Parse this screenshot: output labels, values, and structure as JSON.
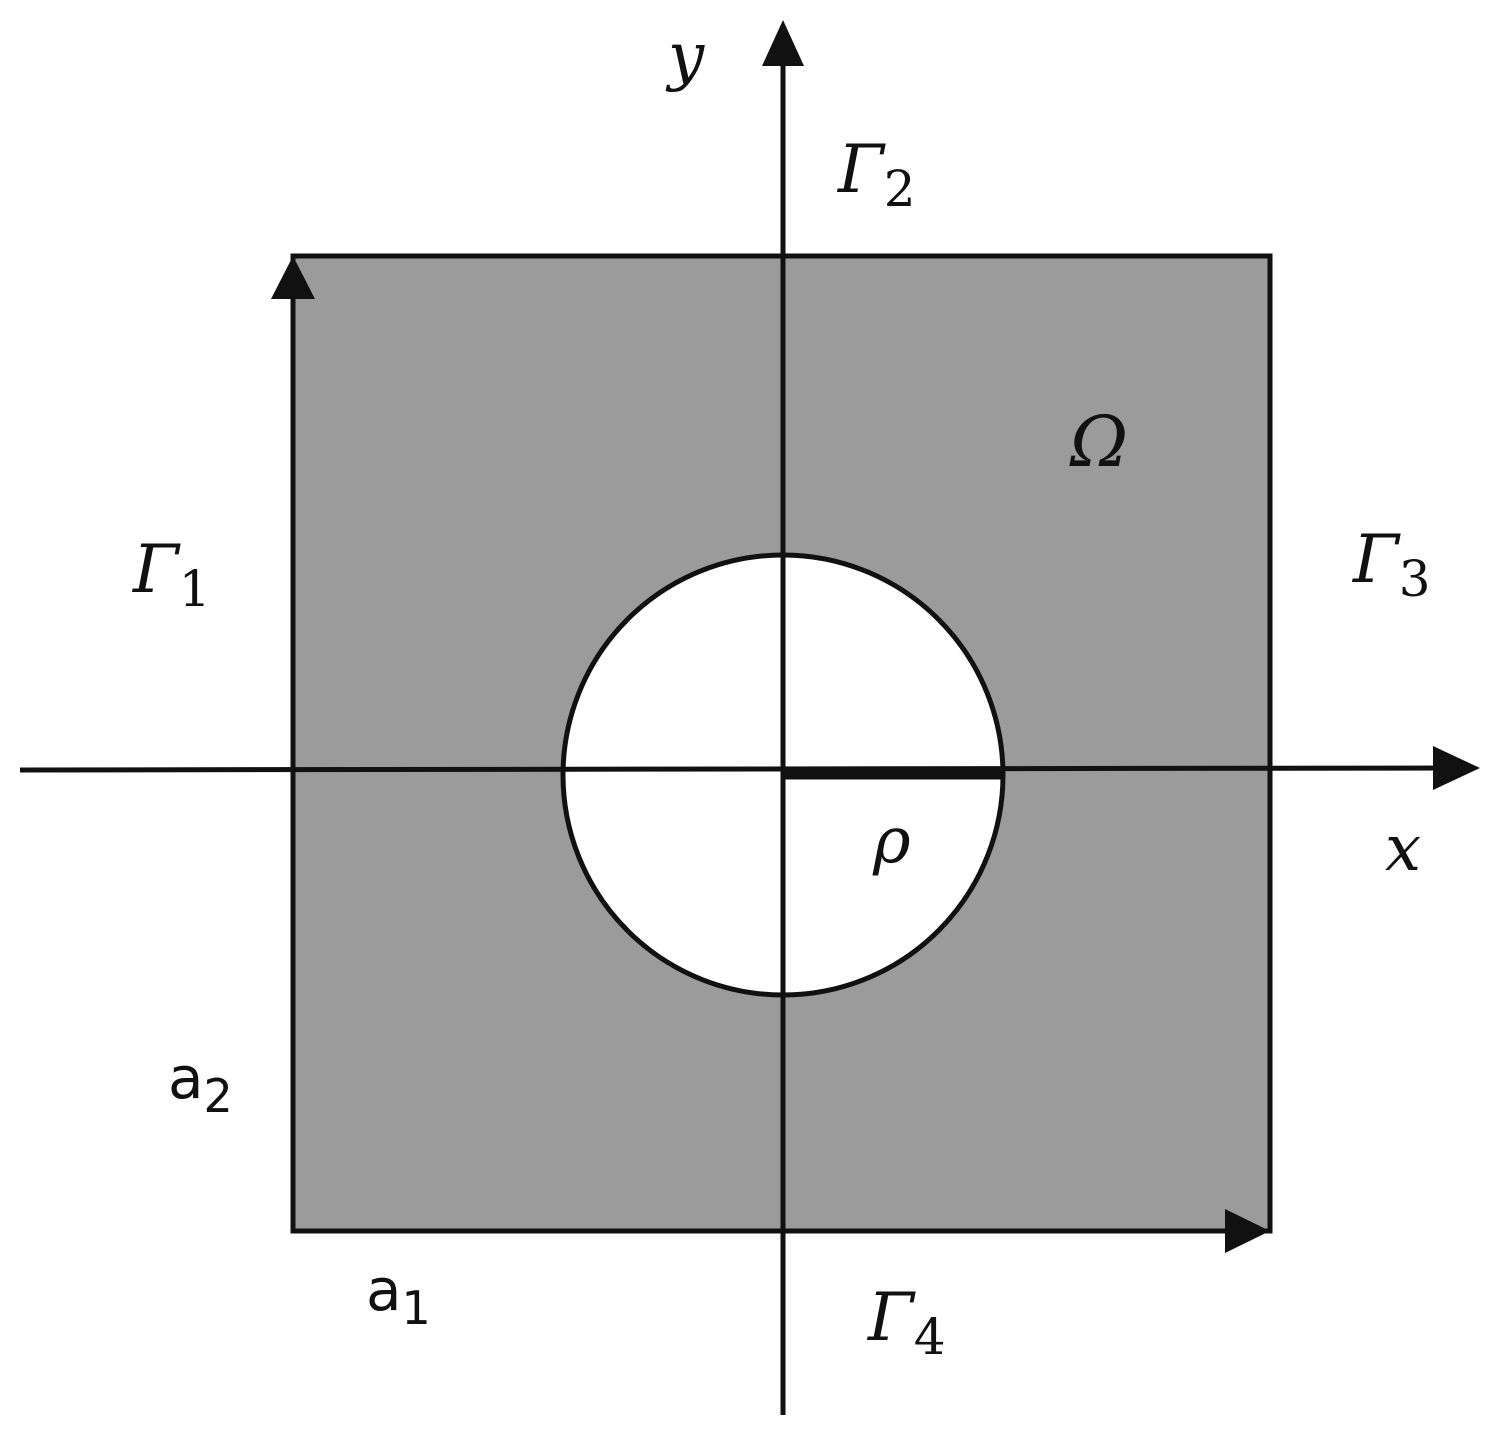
{
  "colors": {
    "domain_fill": "#9b9b9b",
    "stroke": "#111111",
    "hole_fill": "#ffffff",
    "background": "#ffffff"
  },
  "axes": {
    "x_label": "x",
    "y_label": "y"
  },
  "boundaries": {
    "gamma1": {
      "symbol": "Γ",
      "subscript": "1"
    },
    "gamma2": {
      "symbol": "Γ",
      "subscript": "2"
    },
    "gamma3": {
      "symbol": "Γ",
      "subscript": "3"
    },
    "gamma4": {
      "symbol": "Γ",
      "subscript": "4"
    }
  },
  "domain_label": "Ω",
  "radius_label": "ρ",
  "vectors": {
    "a1": {
      "symbol": "a",
      "subscript": "1"
    },
    "a2": {
      "symbol": "a",
      "subscript": "2"
    }
  }
}
